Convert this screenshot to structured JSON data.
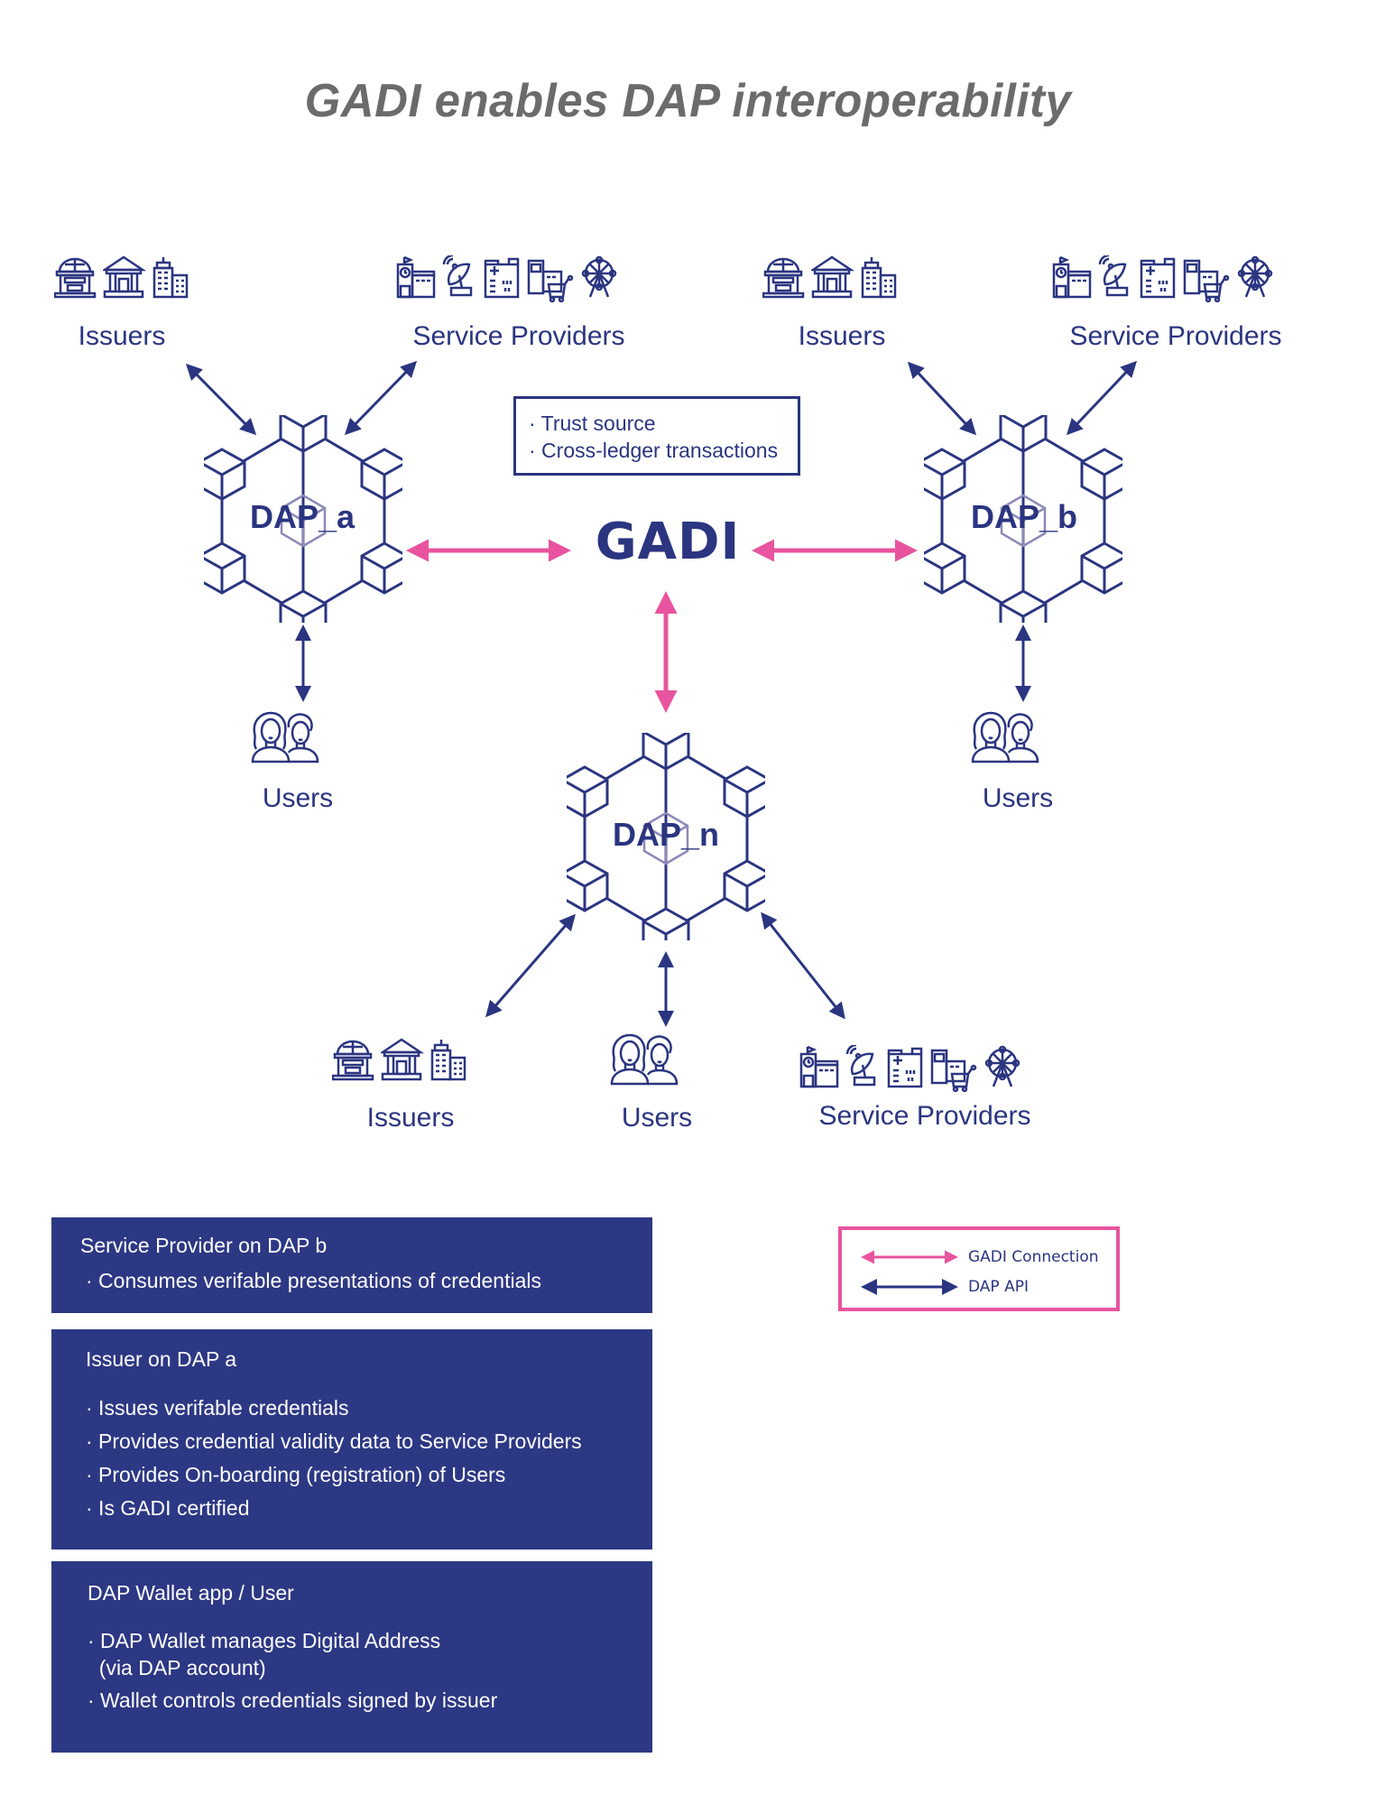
{
  "title": "GADI enables DAP interoperability",
  "colors": {
    "navy": "#2b3580",
    "pink": "#e8549d",
    "title_gray": "#6b6b6b",
    "panel_bg": "#2d3884"
  },
  "center": {
    "label": "GADI",
    "info_box": {
      "items": [
        "· Trust source",
        "· Cross-ledger transactions"
      ]
    }
  },
  "daps": [
    {
      "id": "a",
      "label": "DAP_a"
    },
    {
      "id": "b",
      "label": "DAP_b"
    },
    {
      "id": "n",
      "label": "DAP_n"
    }
  ],
  "groups": {
    "dap_a": {
      "issuers": "Issuers",
      "service_providers": "Service Providers",
      "users": "Users"
    },
    "dap_b": {
      "issuers": "Issuers",
      "service_providers": "Service Providers",
      "users": "Users"
    },
    "dap_n": {
      "issuers": "Issuers",
      "service_providers": "Service Providers",
      "users": "Users"
    }
  },
  "icons": {
    "issuers": [
      "domed-building-icon",
      "bank-icon",
      "office-tower-icon"
    ],
    "service_providers": [
      "school-clock-tower-icon",
      "satellite-dish-icon",
      "hospital-icon",
      "store-cart-icon",
      "ferris-wheel-icon"
    ],
    "users": [
      "two-people-icon"
    ]
  },
  "legend": {
    "items": [
      {
        "label": "GADI Connection",
        "color": "#e8549d"
      },
      {
        "label": "DAP API",
        "color": "#2b3580"
      }
    ]
  },
  "panels": [
    {
      "title": "Service Provider on DAP b",
      "items": [
        "· Consumes verifable presentations of credentials"
      ]
    },
    {
      "title": "Issuer on DAP a",
      "items": [
        "· Issues verifable credentials",
        "· Provides credential validity data to Service Providers",
        "· Provides On-boarding (registration) of Users",
        "· Is GADI certified"
      ]
    },
    {
      "title": "DAP Wallet app / User",
      "items": [
        "· DAP Wallet manages Digital Address\n  (via DAP account)",
        "· Wallet controls credentials signed by issuer"
      ]
    }
  ]
}
